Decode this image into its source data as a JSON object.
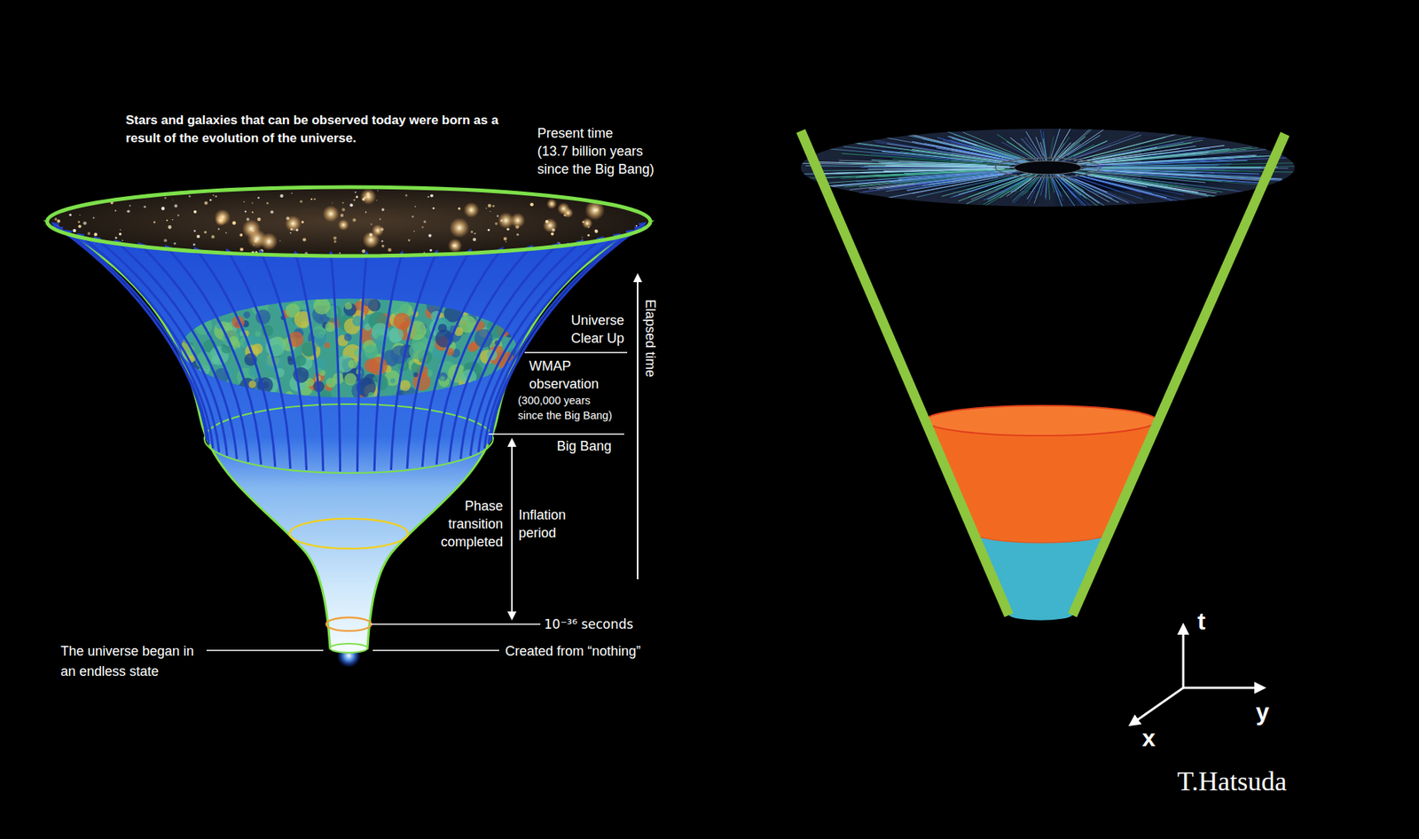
{
  "diagram": {
    "labels": [
      "Stars and galaxies that can be observed today were born as a result of the evolution of the universe.",
      "Present time",
      "(13.7 billion years since the Big Bang)",
      "Elapsed time",
      "Universe Clear Up",
      "WMAP observation",
      "(300,000 years since the Big Bang)",
      "Big Bang",
      "Phase transition completed",
      "Inflation period",
      "10⁻³⁶ seconds",
      "The universe began in an endless state",
      "Created from “nothing”",
      "t",
      "y",
      "x",
      "T.Hatsuda"
    ]
  }
}
